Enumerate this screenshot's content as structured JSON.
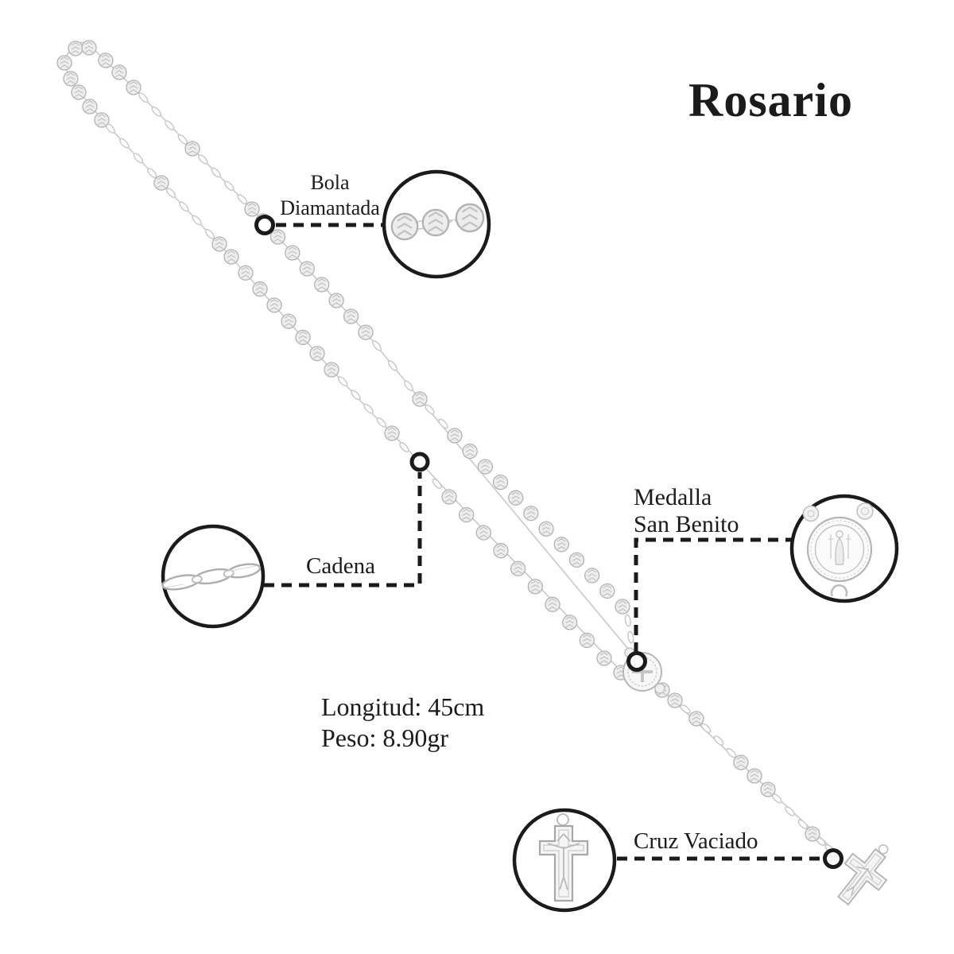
{
  "title": "Rosario",
  "specs": {
    "length": "Longitud: 45cm",
    "weight": "Peso: 8.90gr"
  },
  "callouts": {
    "bola": {
      "line1": "Bola",
      "line2": "Diamantada"
    },
    "cadena": {
      "label": "Cadena"
    },
    "medalla": {
      "line1": "Medalla",
      "line2": "San Benito"
    },
    "cruz": {
      "label": "Cruz Vaciado"
    }
  },
  "colors": {
    "ink": "#1b1b1b",
    "chain": "#c9c9c9",
    "bead_fill": "#ededed",
    "background": "#ffffff"
  }
}
